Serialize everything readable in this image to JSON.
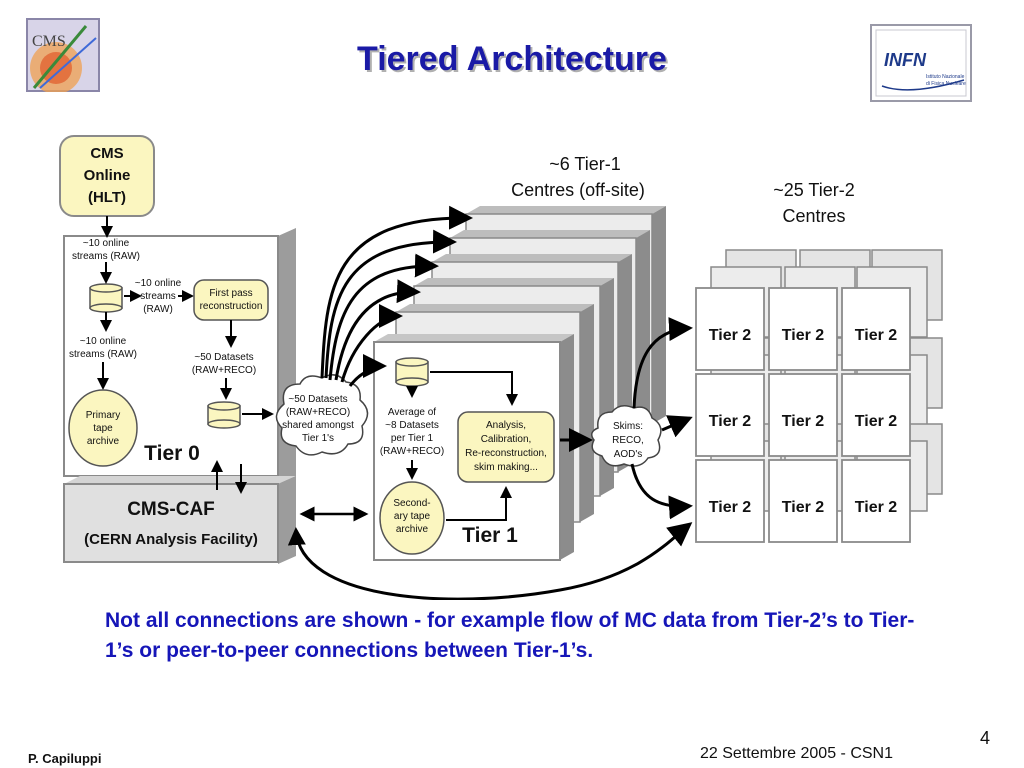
{
  "title": "Tiered Architecture",
  "logos": {
    "cms": "CMS",
    "infn": "INFN",
    "infn_sub1": "Istituto Nazionale",
    "infn_sub2": "di Fisica Nucleare"
  },
  "online": {
    "l1": "CMS",
    "l2": "Online",
    "l3": "(HLT)"
  },
  "tier0": {
    "streams1_l1": "~10 online",
    "streams1_l2": "streams (RAW)",
    "streams2_l1": "~10 online",
    "streams2_l2": "streams",
    "streams2_l3": "(RAW)",
    "streams3_l1": "~10 online",
    "streams3_l2": "streams (RAW)",
    "firstpass_l1": "First pass",
    "firstpass_l2": "reconstruction",
    "datasets_l1": "~50 Datasets",
    "datasets_l2": "(RAW+RECO)",
    "tape_l1": "Primary",
    "tape_l2": "tape",
    "tape_l3": "archive",
    "label": "Tier 0"
  },
  "cloud1": {
    "l1": "~50 Datasets",
    "l2": "(RAW+RECO)",
    "l3": "shared amongst",
    "l4": "Tier 1's"
  },
  "caf": {
    "l1": "CMS-CAF",
    "l2": "(CERN Analysis Facility)"
  },
  "tier1": {
    "header_l1": "~6 Tier-1",
    "header_l2": "Centres (off-site)",
    "avg_l1": "Average of",
    "avg_l2": "~8 Datasets",
    "avg_l3": "per Tier 1",
    "avg_l4": "(RAW+RECO)",
    "analysis_l1": "Analysis,",
    "analysis_l2": "Calibration,",
    "analysis_l3": "Re-reconstruction,",
    "analysis_l4": "skim making...",
    "tape_l1": "Second-",
    "tape_l2": "ary tape",
    "tape_l3": "archive",
    "label": "Tier 1"
  },
  "cloud2": {
    "l1": "Skims:",
    "l2": "RECO,",
    "l3": "AOD's"
  },
  "tier2": {
    "header_l1": "~25 Tier-2",
    "header_l2": "Centres",
    "box_label": "Tier 2"
  },
  "note": "Not all connections are shown - for example flow of MC data from Tier-2’s to Tier-1’s or peer-to-peer connections between Tier-1’s.",
  "footer": {
    "author": "P. Capiluppi",
    "date": "22 Settembre 2005 - CSN1",
    "page": "4"
  },
  "colors": {
    "title": "#1a1aa6",
    "note": "#1616b8",
    "yellow_box": "#fbf6c0",
    "box_border": "#7a7a7a"
  }
}
